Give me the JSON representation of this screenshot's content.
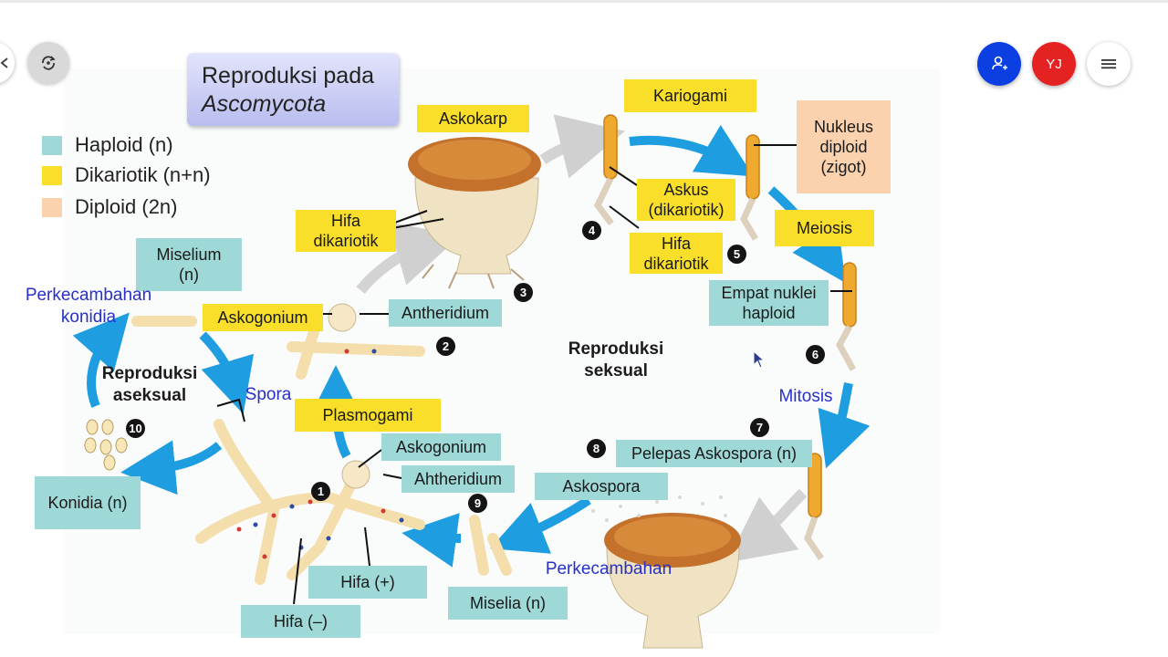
{
  "title": {
    "line1": "Reproduksi pada",
    "line2": "Ascomycota"
  },
  "legend": [
    {
      "label": "Haploid (n)",
      "color": "#9fd9d7"
    },
    {
      "label": "Dikariotik (n+n)",
      "color": "#f9df2a"
    },
    {
      "label": "Diploid (2n)",
      "color": "#fbd2ad"
    }
  ],
  "labels": {
    "askokarp": "Askokarp",
    "kariogami": "Kariogami",
    "nukleus_diploid": "Nukleus\ndiploid\n(zigot)",
    "askus": "Askus\n(dikariotik)",
    "hifa_dikariotik_right": "Hifa\ndikariotik",
    "meiosis": "Meiosis",
    "hifa_dikariotik_left": "Hifa\ndikariotik",
    "miselium": "Miselium\n(n)",
    "askogonium_top": "Askogonium",
    "antheridium": "Antheridium",
    "empat_nuklei": "Empat nuklei\nhaploid",
    "plasmogami": "Plasmogami",
    "askogonium_bottom": "Askogonium",
    "ahtheridium": "Ahtheridium",
    "pelepas_askospora": "Pelepas Askospora (n)",
    "askospora": "Askospora",
    "konidia": "Konidia (n)",
    "hifa_plus": "Hifa (+)",
    "hifa_minus": "Hifa (–)",
    "miselia": "Miselia (n)"
  },
  "text": {
    "perkecambahan_konidia": "Perkecambahan\nkonidia",
    "reproduksi_aseksual": "Reproduksi\naseksual",
    "spora": "Spora",
    "reproduksi_seksual": "Reproduksi\nseksual",
    "mitosis": "Mitosis",
    "perkecambahan": "Perkecambahan"
  },
  "steps": [
    "1",
    "2",
    "3",
    "4",
    "5",
    "6",
    "7",
    "8",
    "9",
    "10"
  ],
  "toolbar": {
    "avatar_initials": "YJ"
  },
  "colors": {
    "arrow": "#1e9ee0",
    "text_blue": "#2830c8",
    "fab_blue": "#0b3fe2",
    "fab_red": "#e52222"
  }
}
